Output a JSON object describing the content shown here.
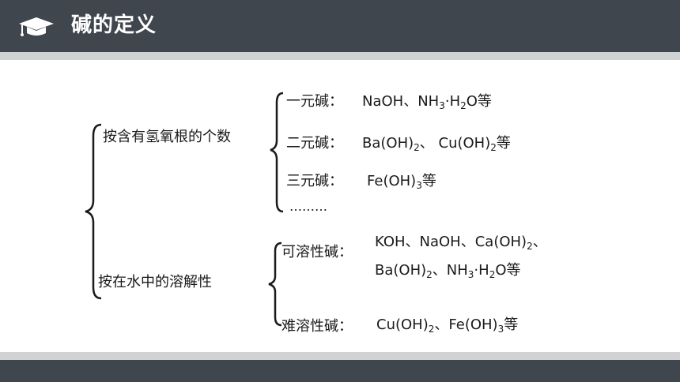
{
  "header": {
    "title": "碱的定义",
    "icon": "graduation-cap-icon"
  },
  "colors": {
    "header_bg": "#40464d",
    "stripe": "#d0d2d4",
    "text": "#1a1a1a"
  },
  "classification": {
    "by_hydroxide_count": {
      "label": "按含有氢氧根的个数",
      "items": [
        {
          "label": "一元碱：",
          "examples": [
            "NaOH、NH",
            "3",
            "·H",
            "2",
            "O等"
          ]
        },
        {
          "label": "二元碱：",
          "examples": [
            "Ba(OH)",
            "2",
            "、 Cu(OH)",
            "2",
            "等"
          ]
        },
        {
          "label": "三元碱：",
          "examples": [
            "Fe(OH)",
            "3",
            "等"
          ]
        }
      ],
      "ellipsis": "………"
    },
    "by_solubility": {
      "label": "按在水中的溶解性",
      "soluble": {
        "label": "可溶性碱：",
        "line1": [
          "KOH、NaOH、Ca(OH)",
          "2",
          "、"
        ],
        "line2": [
          "Ba(OH)",
          "2",
          "、NH",
          "3",
          "·H",
          "2",
          "O等"
        ]
      },
      "insoluble": {
        "label": "难溶性碱：",
        "examples": [
          "Cu(OH)",
          "2",
          "、Fe(OH)",
          "3",
          "等"
        ]
      }
    }
  }
}
